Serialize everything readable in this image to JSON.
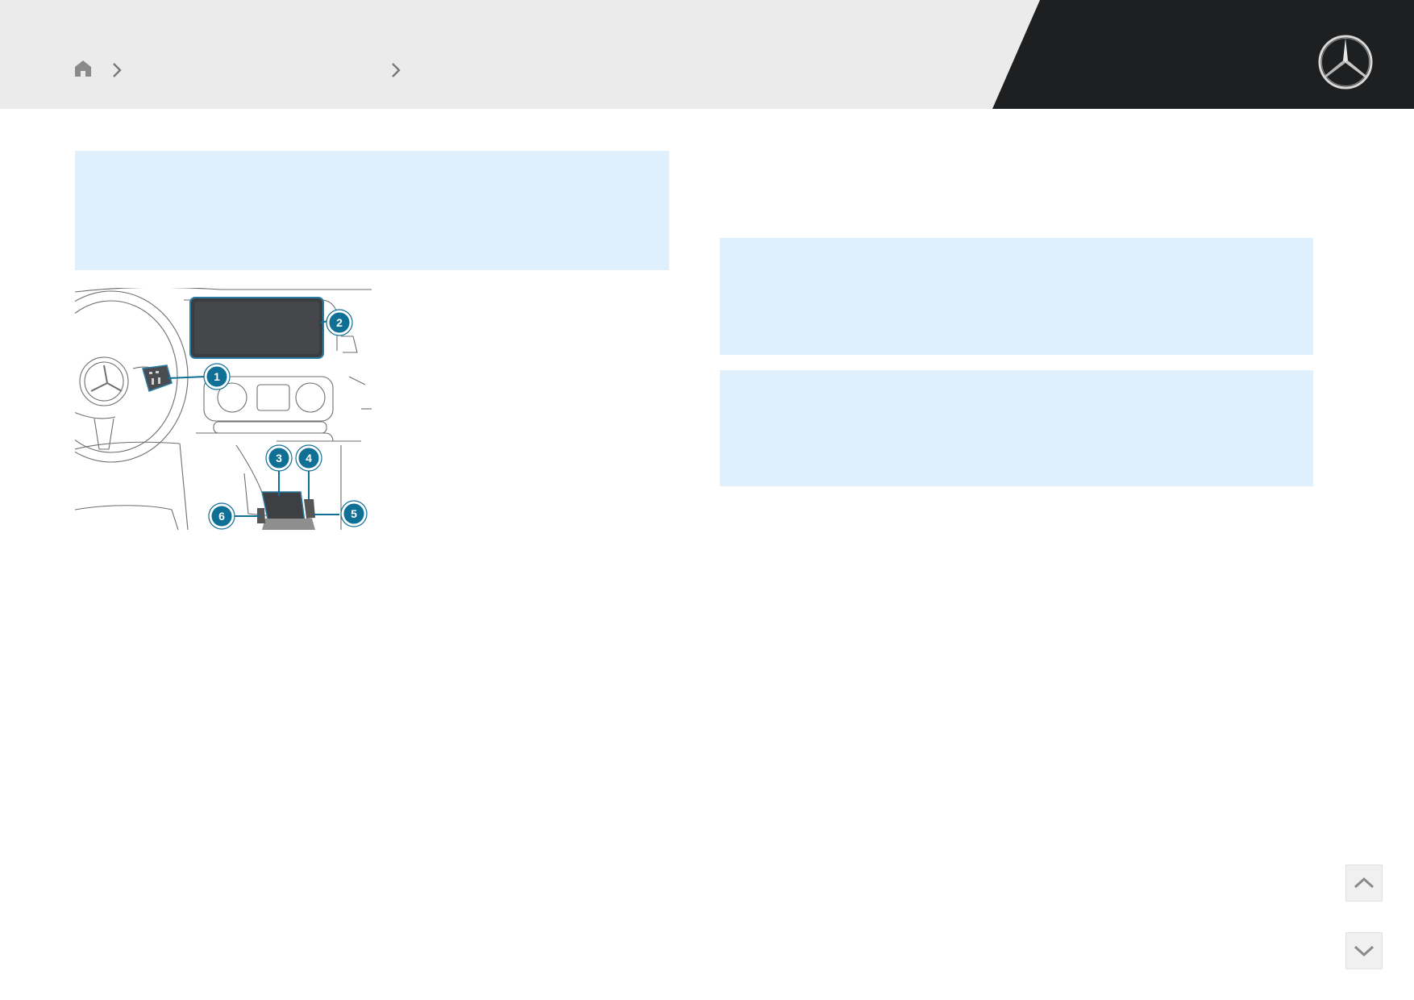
{
  "header": {
    "breadcrumb": {
      "home_icon": "home-icon",
      "separator_icon": "chevron-right-icon"
    },
    "logo_icon": "three-pointed-star-logo"
  },
  "figure": {
    "callouts": [
      "1",
      "2",
      "3",
      "4",
      "5",
      "6"
    ]
  },
  "navigation": {
    "up_icon": "chevron-up-icon",
    "down_icon": "chevron-down-icon"
  },
  "colors": {
    "header_background": "#ebebeb",
    "header_dark": "#1e1f21",
    "info_box": "#dff0fc",
    "callout_blue": "#0f6f95"
  }
}
